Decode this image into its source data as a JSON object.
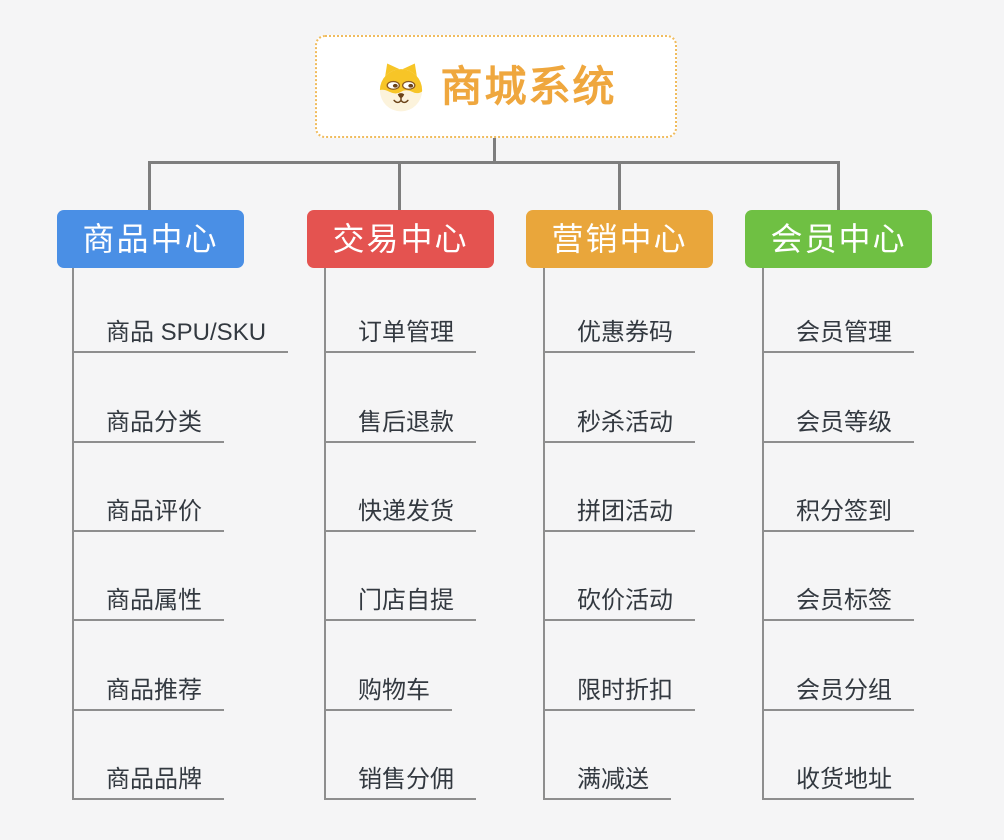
{
  "root": {
    "title": "商城系统",
    "icon": "dog-face-icon",
    "text_color": "#efa73e",
    "border_color": "#f0bc5e"
  },
  "connector_color": "#7e7e7e",
  "child_line_color": "#8e8e8e",
  "branches": [
    {
      "label": "商品中心",
      "color": "#4a8fe5",
      "children": [
        "商品 SPU/SKU",
        "商品分类",
        "商品评价",
        "商品属性",
        "商品推荐",
        "商品品牌"
      ]
    },
    {
      "label": "交易中心",
      "color": "#e45350",
      "children": [
        "订单管理",
        "售后退款",
        "快递发货",
        "门店自提",
        "购物车",
        "销售分佣"
      ]
    },
    {
      "label": "营销中心",
      "color": "#e9a63b",
      "children": [
        "优惠券码",
        "秒杀活动",
        "拼团活动",
        "砍价活动",
        "限时折扣",
        "满减送"
      ]
    },
    {
      "label": "会员中心",
      "color": "#6fc043",
      "children": [
        "会员管理",
        "会员等级",
        "积分签到",
        "会员标签",
        "会员分组",
        "收货地址"
      ]
    }
  ]
}
